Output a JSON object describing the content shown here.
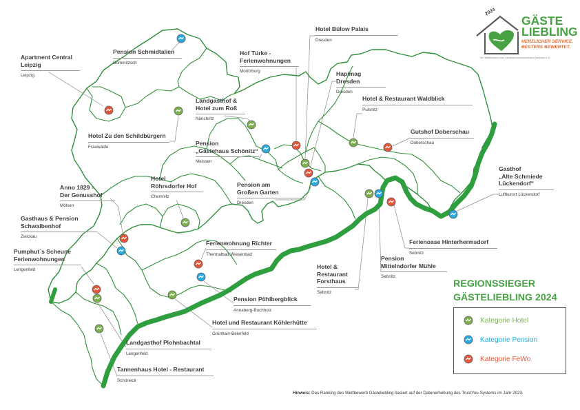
{
  "logo": {
    "year": "2024",
    "title": "GÄSTE\nLIEBLING",
    "tagline": "HERZLICHER SERVICE.\nBESTENS BEWERTET.",
    "small": "Ein Wettbewerb vom Landestourismusverband Sachsen e.V."
  },
  "winner_heading": "REGIONSSIEGER\nGÄSTELIEBLING 2024",
  "legend": [
    {
      "category": "hotel",
      "label": "Kategorie Hotel"
    },
    {
      "category": "pension",
      "label": "Kategorie Pension"
    },
    {
      "category": "fewo",
      "label": "Kategorie FeWo"
    }
  ],
  "note": {
    "prefix": "Hinweis:",
    "text": " Das Ranking des Wettbewerb Gästeliebling basiert auf der Datenerhebung des TrustYou-Systems im Jahr 2023."
  },
  "colors": {
    "hotel": "#7db04f",
    "pension": "#2aa9df",
    "fewo": "#e2573a",
    "border": "#2f8f3a",
    "czech_border": "#2f9e3e",
    "heading": "#47a243"
  },
  "places": [
    {
      "name": "Apartment Central\nLeipzig",
      "location": "Leipzig",
      "category": "fewo"
    },
    {
      "name": "Pension Schmidtalien",
      "location": "Dommitzsch",
      "category": "pension"
    },
    {
      "name": "Hof Türke -\nFerienwohnungen",
      "location": "Moritzburg",
      "category": "fewo"
    },
    {
      "name": "Hotel Bülow Palais",
      "location": "Dresden",
      "category": "hotel"
    },
    {
      "name": "Landgasthof &\nHotel zum Roß",
      "location": "Nünchritz",
      "category": "hotel"
    },
    {
      "name": "Hapimag Dresden",
      "location": "Dresden",
      "category": "fewo"
    },
    {
      "name": "Hotel & Restaurant Waldblick",
      "location": "Pulsnitz",
      "category": "hotel"
    },
    {
      "name": "Hotel Zu den Schildbürgern",
      "location": "Frauwalde",
      "category": "hotel"
    },
    {
      "name": "Pension\n„Gästehaus Schönitz“",
      "location": "Meissen",
      "category": "pension"
    },
    {
      "name": "Gutshof Doberschau",
      "location": "Doberschau",
      "category": "fewo"
    },
    {
      "name": "Hotel\nRöhrsdorfer Hof",
      "location": "Chemnitz",
      "category": "hotel"
    },
    {
      "name": "Pension am\nGroßen Garten",
      "location": "Dresden",
      "category": "pension"
    },
    {
      "name": "Gasthof\n„Alte Schmiede\nLückendorf“",
      "location": "Luftkurort Lückendorf",
      "category": "pension"
    },
    {
      "name": "Anno 1829 -\nDer Genusshof",
      "location": "Mölsen",
      "category": "fewo"
    },
    {
      "name": "Gasthaus & Pension\nSchwalbenhof",
      "location": "Zwickau",
      "category": "pension"
    },
    {
      "name": "Ferienwohnung Richter",
      "location": "Thermalbad Wiesenbad",
      "category": "fewo"
    },
    {
      "name": "Ferienoase Hinterhermsdorf",
      "location": "Sebnitz",
      "category": "fewo"
    },
    {
      "name": "Pumphut´s Scheune\nFerienwohnungen",
      "location": "Lengenfeld",
      "category": "fewo"
    },
    {
      "name": "Hotel &\nRestaurant\nForsthaus",
      "location": "Sebnitz",
      "category": "hotel"
    },
    {
      "name": "Pension\nMittelndorfer Mühle",
      "location": "Sebnitz",
      "category": "pension"
    },
    {
      "name": "Pension Pöhlbergblick",
      "location": "Annaberg-Buchholz",
      "category": "pension"
    },
    {
      "name": "Hotel und Restaurant Köhlerhütte",
      "location": "Grünhain-Beierfeld",
      "category": "hotel"
    },
    {
      "name": "Landgasthof Plohnbachtal",
      "location": "Lengenfeld",
      "category": "hotel"
    },
    {
      "name": "Tannenhaus Hotel - Restaurant",
      "location": "Schöneck",
      "category": "hotel"
    }
  ]
}
